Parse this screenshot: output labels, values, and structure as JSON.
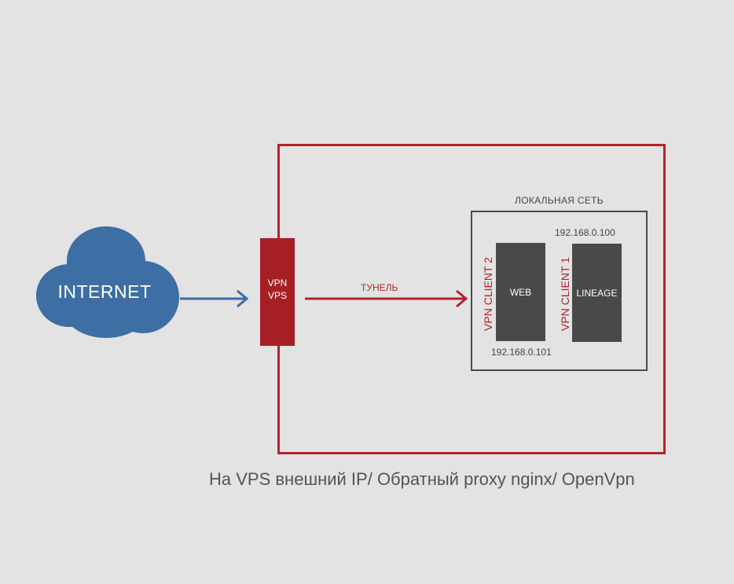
{
  "diagram": {
    "cloud": {
      "label": "INTERNET",
      "color": "#3d6ea4"
    },
    "vps": {
      "line1": "VPN",
      "line2": "VPS",
      "color": "#a51f24"
    },
    "tunnel": {
      "label": "ТУНЕЛЬ"
    },
    "lan": {
      "title": "ЛОКАЛЬНАЯ СЕТЬ",
      "servers": [
        {
          "name": "WEB",
          "client": "VPN CLIENT 2",
          "ip": "192.168.0.101"
        },
        {
          "name": "LINEAGE",
          "client": "VPN CLIENT 1",
          "ip": "192.168.0.100"
        }
      ]
    },
    "caption": "На VPS внешний IP/ Обратный proxy nginx/ OpenVpn",
    "colors": {
      "accent_red": "#b0252b",
      "arrow_blue": "#3d6ea4",
      "server_gray": "#4b4848",
      "background": "#e3e3e3"
    }
  }
}
